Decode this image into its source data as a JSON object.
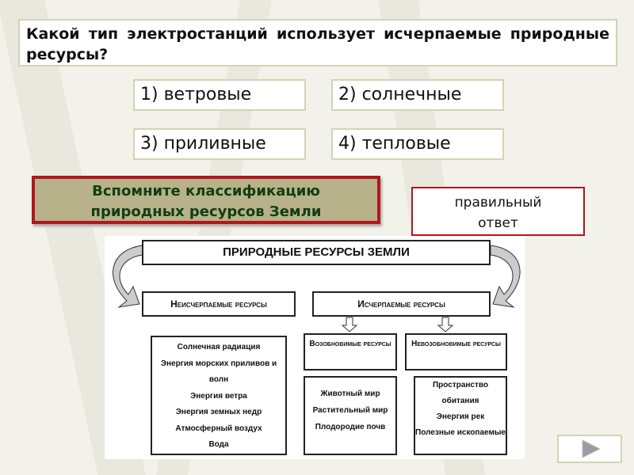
{
  "question": "Какой тип электростанций использует исчерпаемые природные ресурсы?",
  "answers": [
    "1) ветровые",
    "2) солнечные",
    "3) приливные",
    "4) тепловые"
  ],
  "hint": {
    "line1": "Вспомните классификацию",
    "line2": "природных ресурсов Земли"
  },
  "correct_button": {
    "line1": "правильный",
    "line2": "ответ"
  },
  "diagram": {
    "title": "ПРИРОДНЫЕ РЕСУРСЫ ЗЕМЛИ",
    "inexhaustible": "Неисчерпаемые ресурсы",
    "exhaustible": "Исчерпаемые ресурсы",
    "renewable": "Возобновимые ресурсы",
    "nonrenewable": "Невозобновимые ресурсы",
    "inexhaustible_items": [
      "Солнечная радиация",
      "Энергия морских приливов и волн",
      "Энергия ветра",
      "Энергия земных недр",
      "Атмосферный воздух",
      "Вода"
    ],
    "renewable_items": [
      "Животный мир",
      "Растительный мир",
      "Плодородие почв"
    ],
    "nonrenewable_items": [
      "Пространство обитания",
      "Энергия рек",
      "Полезные ископаемые"
    ]
  },
  "nav": {
    "icon": "play-next-icon"
  }
}
